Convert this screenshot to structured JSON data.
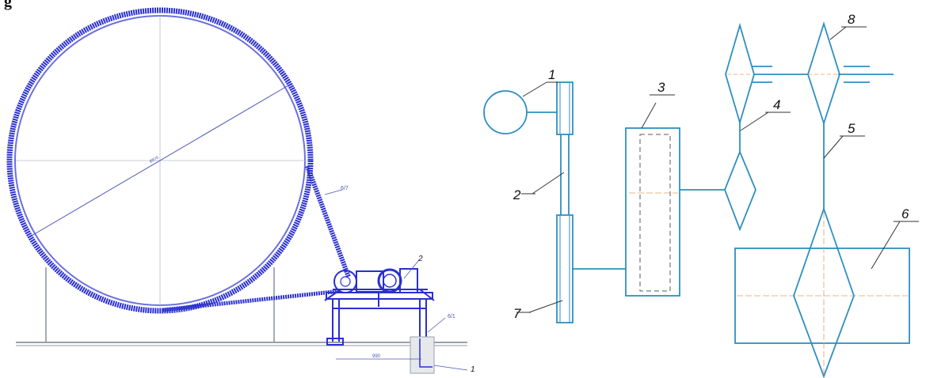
{
  "header_fragment": "g",
  "left_drawing": {
    "diameter_dim": "Ø876",
    "base_dim": "990",
    "callouts": [
      "1",
      "2"
    ],
    "leader_notes": [
      "6/7",
      "6/1"
    ]
  },
  "right_scheme": {
    "labels": [
      "1",
      "2",
      "3",
      "4",
      "5",
      "6",
      "7",
      "8"
    ]
  },
  "colors": {
    "drum_blue": "#2a2fcf",
    "scheme_blue": "#2f8fc0",
    "thin_gray": "#9aa0a8",
    "centerline_orange": "#e0a060"
  }
}
